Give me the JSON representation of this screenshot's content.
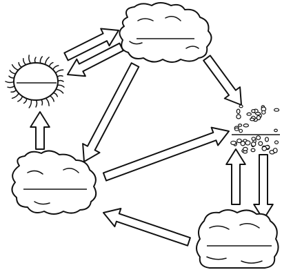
{
  "diagram": {
    "kind": "rock cycle (blank worksheet)",
    "nodes": [
      {
        "id": "top-cloud",
        "shape": "lumpy-rock",
        "label": ""
      },
      {
        "id": "spiky-ball",
        "shape": "spiky-blob",
        "label": ""
      },
      {
        "id": "pebbles",
        "shape": "pebble-pile",
        "label": ""
      },
      {
        "id": "left-lump",
        "shape": "lumpy-rock",
        "label": ""
      },
      {
        "id": "bottom-layered",
        "shape": "layered-rock",
        "label": ""
      }
    ],
    "arrows": [
      {
        "from": "spiky-ball",
        "to": "top-cloud"
      },
      {
        "from": "top-cloud",
        "to": "spiky-ball"
      },
      {
        "from": "top-cloud",
        "to": "pebbles"
      },
      {
        "from": "top-cloud",
        "to": "left-lump"
      },
      {
        "from": "left-lump",
        "to": "spiky-ball"
      },
      {
        "from": "left-lump",
        "to": "pebbles"
      },
      {
        "from": "pebbles",
        "to": "bottom-layered"
      },
      {
        "from": "bottom-layered",
        "to": "pebbles"
      },
      {
        "from": "bottom-layered",
        "to": "left-lump"
      }
    ],
    "colors": {
      "ink": "#111111",
      "paper": "#ffffff"
    }
  }
}
